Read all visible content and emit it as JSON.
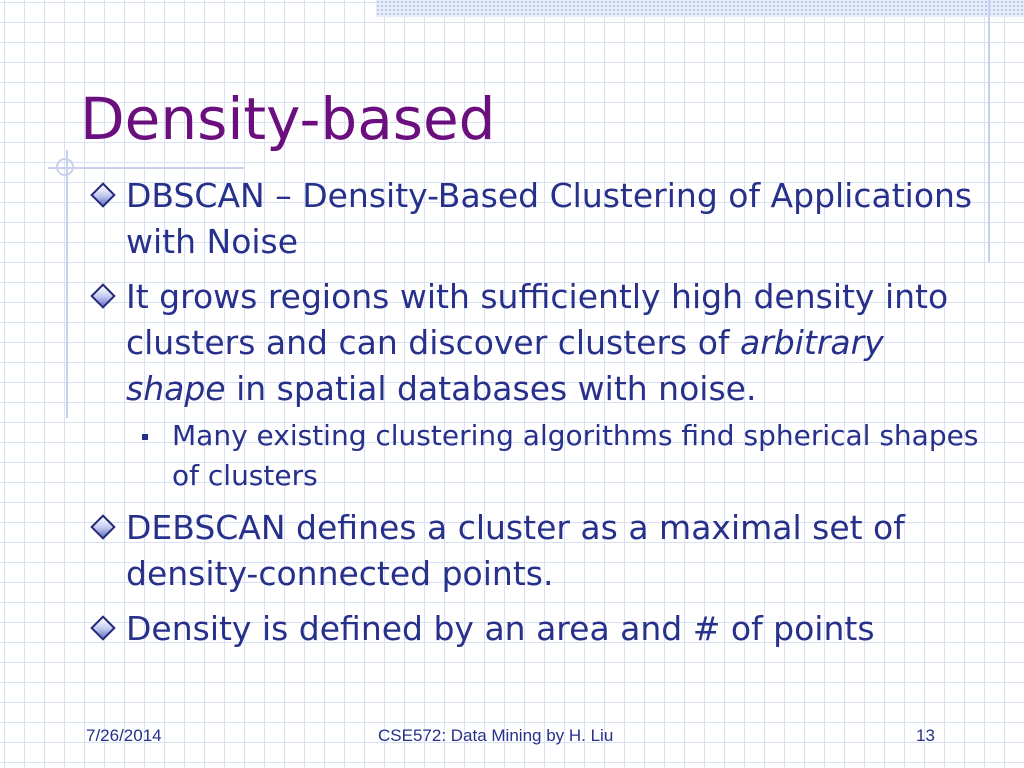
{
  "slide": {
    "title": "Density-based",
    "bullets": [
      {
        "text": "DBSCAN – Density-Based Clustering of Applications with Noise"
      },
      {
        "before": "It grows regions with sufficiently high density into clusters and can discover clusters of ",
        "emphasis": "arbitrary shape",
        "after": " in spatial databases with noise."
      },
      {
        "text": "Many existing clustering algorithms find spherical shapes of clusters"
      },
      {
        "text": "DEBSCAN defines a cluster as a maximal set of density-connected points."
      },
      {
        "text": "Density is defined by an area and # of points"
      }
    ]
  },
  "footer": {
    "date": "7/26/2014",
    "course": "CSE572: Data Mining by H. Liu",
    "page": "13"
  },
  "colors": {
    "title": "#6a0f7d",
    "body_text": "#27308a",
    "grid": "#d8e0f2",
    "accent_rule": "#c8d0ee"
  }
}
